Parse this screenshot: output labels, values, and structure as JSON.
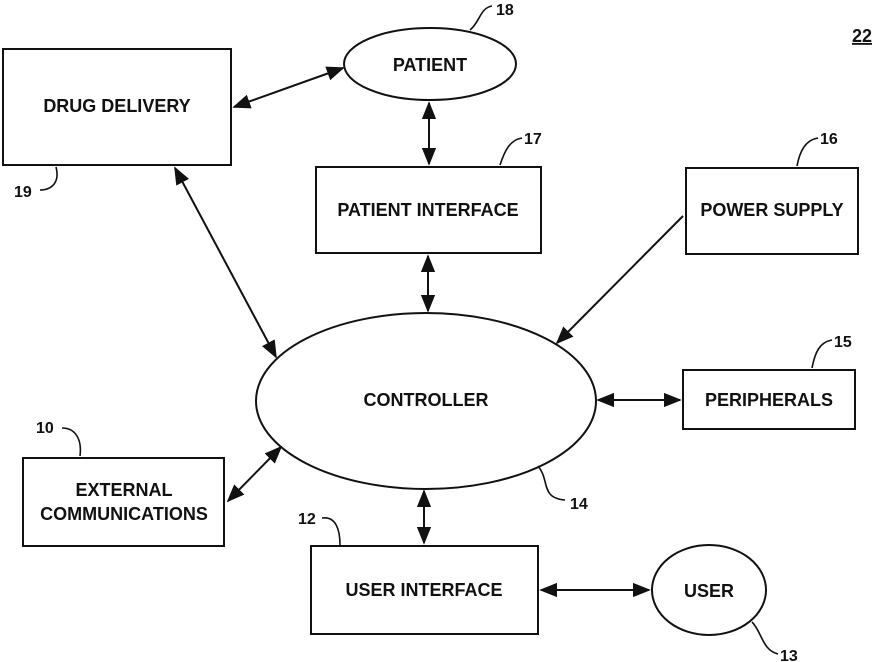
{
  "figure_number": "22",
  "nodes": {
    "patient": {
      "label": "PATIENT",
      "ref": "18"
    },
    "drug_delivery": {
      "label": "DRUG DELIVERY",
      "ref": "19"
    },
    "patient_interface": {
      "label": "PATIENT INTERFACE",
      "ref": "17"
    },
    "power_supply": {
      "label": "POWER SUPPLY",
      "ref": "16"
    },
    "controller": {
      "label": "CONTROLLER",
      "ref": "14"
    },
    "peripherals": {
      "label": "PERIPHERALS",
      "ref": "15"
    },
    "external_communications": {
      "label_line1": "EXTERNAL",
      "label_line2": "COMMUNICATIONS",
      "ref": "10"
    },
    "user_interface": {
      "label": "USER INTERFACE",
      "ref": "12"
    },
    "user": {
      "label": "USER",
      "ref": "13"
    }
  }
}
